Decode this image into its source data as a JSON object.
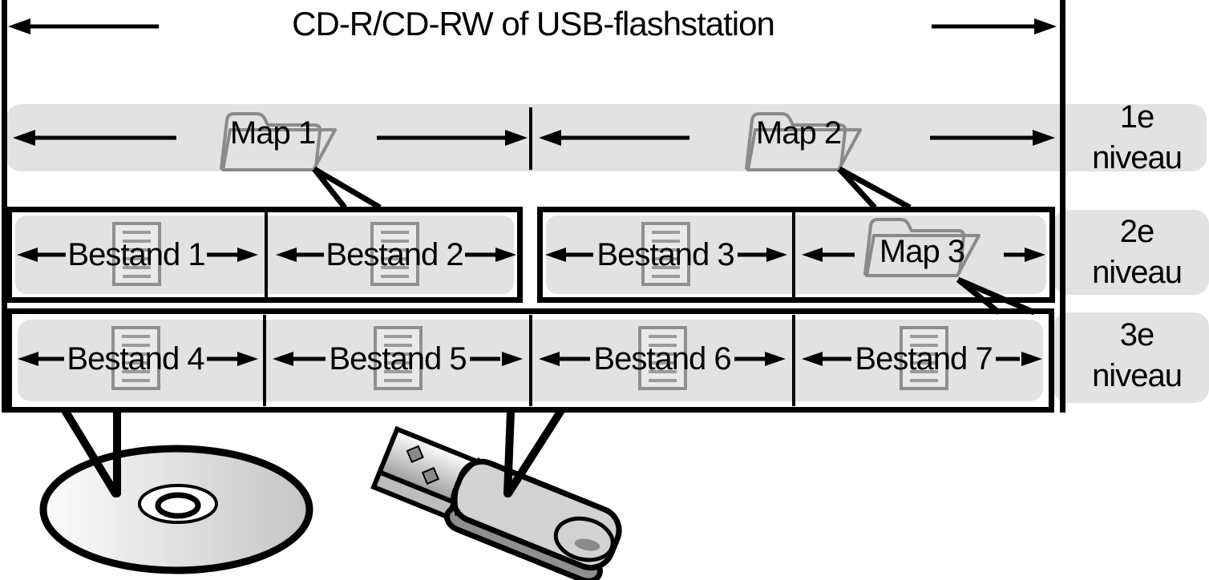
{
  "title": "CD-R/CD-RW of USB-flashstation",
  "levels": [
    {
      "num": "1e",
      "word": "niveau",
      "items": [
        "Map 1",
        "Map 2"
      ]
    },
    {
      "num": "2e",
      "word": "niveau",
      "items": [
        "Bestand 1",
        "Bestand 2",
        "Bestand 3",
        "Map 3"
      ]
    },
    {
      "num": "3e",
      "word": "niveau",
      "items": [
        "Bestand 4",
        "Bestand 5",
        "Bestand 6",
        "Bestand 7"
      ]
    }
  ],
  "icons": {
    "folder": "open-folder-icon",
    "file": "document-icon",
    "disc": "cd-disc-icon",
    "usb": "usb-flash-drive-icon"
  },
  "colors": {
    "band_gray": "#e2e2e2",
    "outline_black": "#000000",
    "icon_outline_gray": "#8a8a8a",
    "document_fill": "#e9e9e9",
    "usb_body_gray": "#d2d2d2",
    "usb_side_gray": "#8f8f8f"
  }
}
